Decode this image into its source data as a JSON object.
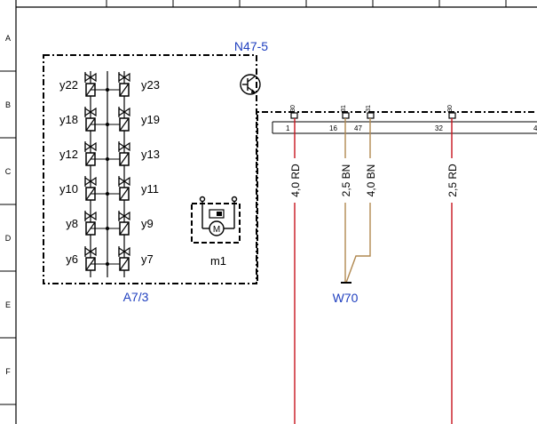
{
  "frame": {
    "row_labels": [
      "A",
      "B",
      "C",
      "D",
      "E",
      "F"
    ]
  },
  "module_n47": {
    "label": "N47-5"
  },
  "module_a7": {
    "label": "A7/3",
    "valves_left": [
      "y22",
      "y18",
      "y12",
      "y10",
      "y8",
      "y6"
    ],
    "valves_right": [
      "y23",
      "y19",
      "y13",
      "y11",
      "y9",
      "y7"
    ],
    "motor_label": "m1",
    "motor_symbol": "M"
  },
  "connector": {
    "pins": [
      {
        "top": "30",
        "bottom": "1",
        "wire": "4,0 RD"
      },
      {
        "top": "31",
        "bottom": "16",
        "wire": "2,5 BN"
      },
      {
        "top": "31",
        "bottom": "47",
        "wire": "4,0 BN"
      },
      {
        "top": "30",
        "bottom": "32",
        "wire": "2,5 RD"
      }
    ],
    "edge_pin": "4"
  },
  "ground": {
    "label": "W70"
  },
  "colors": {
    "frame": "#000000",
    "label_blue": "#1f3fbf",
    "wire_red": "#c8141e",
    "wire_brown": "#b08850"
  }
}
